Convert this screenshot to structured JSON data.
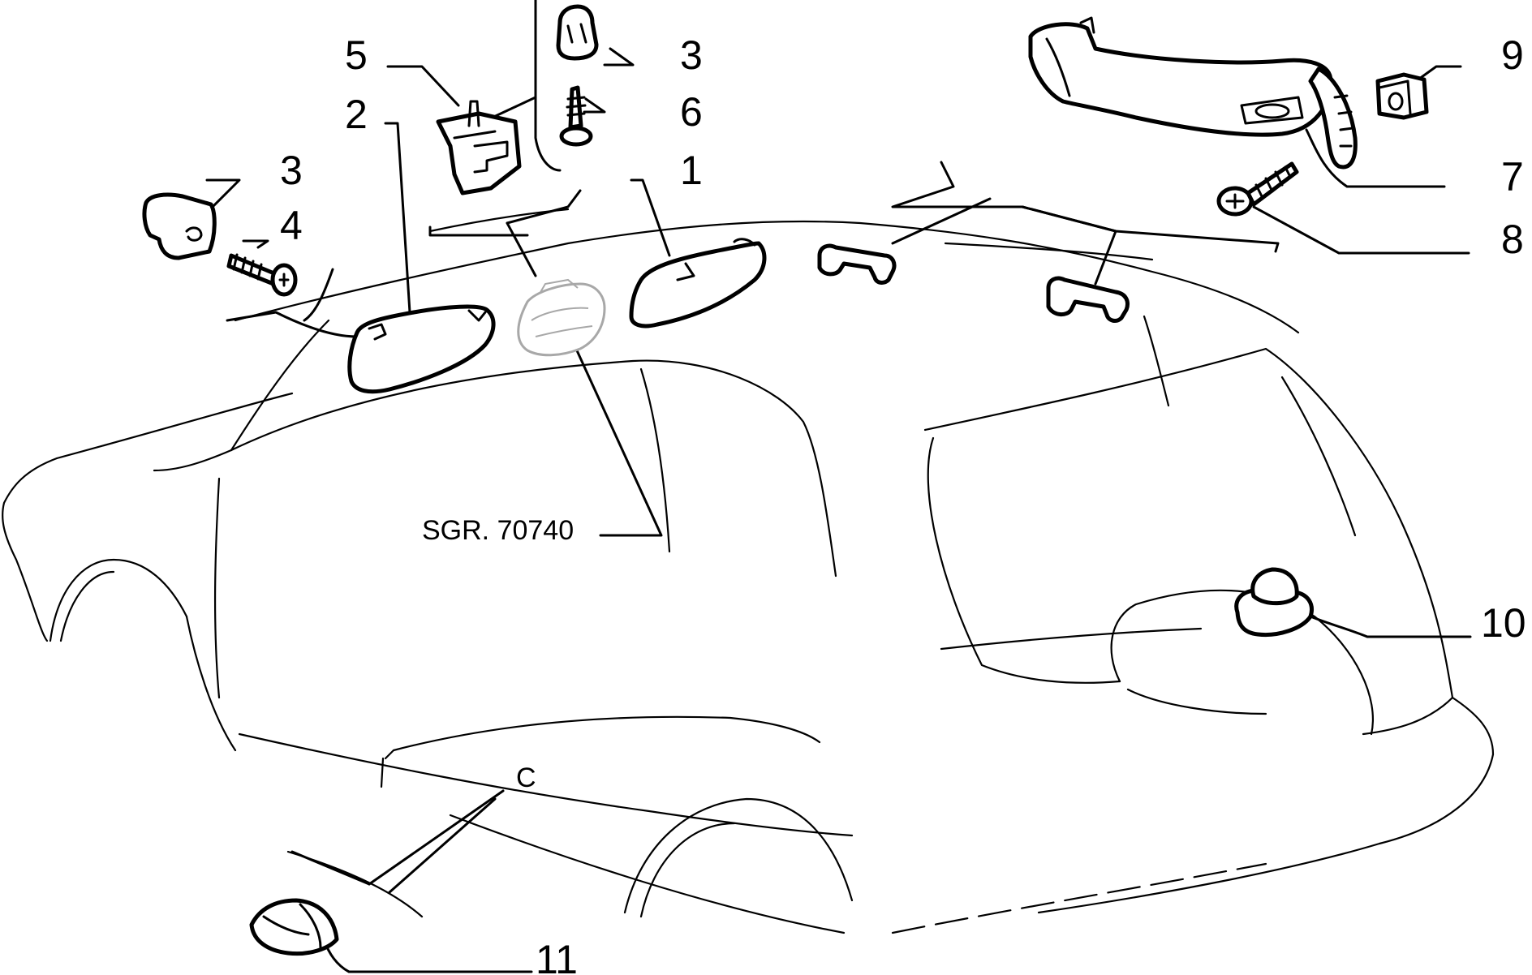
{
  "callouts": {
    "c1": "1",
    "c2": "2",
    "c3a": "3",
    "c3b": "3",
    "c4": "4",
    "c5": "5",
    "c6": "6",
    "c7": "7",
    "c8": "8",
    "c9": "9",
    "c10": "10",
    "c11": "11"
  },
  "reference": {
    "group_code": "SGR. 70740"
  },
  "body_marking": "C",
  "colors": {
    "line": "#000000",
    "ghost_part": "#a8a8a8",
    "background": "#ffffff"
  }
}
